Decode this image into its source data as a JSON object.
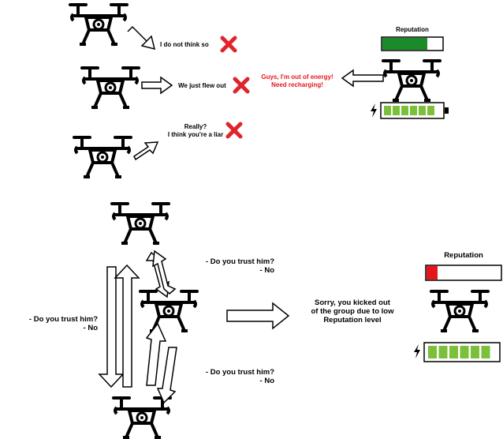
{
  "colors": {
    "rep_high": "#1a8a2a",
    "rep_low": "#e8151b",
    "battery": "#7bbf3a",
    "cross": "#e0242b",
    "alert_text": "#e8151b",
    "ink": "#000000"
  },
  "top_scene": {
    "reputation_label": "Reputation",
    "reputation_level": 0.75,
    "battery_segments": 6,
    "claim": "Guys, I'm out of energy!\nNeed recharging!",
    "replies": [
      {
        "text": "I do not think so",
        "icon": "cross-icon"
      },
      {
        "text": "We just flew out",
        "icon": "cross-icon"
      },
      {
        "text": "Really?\nI think you're a liar",
        "icon": "cross-icon"
      }
    ]
  },
  "bottom_scene": {
    "question_upper": "- Do you trust him?\n- No",
    "question_left": "- Do you trust him?\n- No",
    "question_lower": "- Do you trust him?\n- No",
    "result": "Sorry, you kicked out\nof the group due to low\nReputation level",
    "reputation_label": "Reputation",
    "reputation_level": 0.15,
    "battery_segments": 6
  },
  "icons": [
    "drone-icon",
    "cross-icon",
    "lightning-icon",
    "battery-icon",
    "arrow-icon"
  ]
}
